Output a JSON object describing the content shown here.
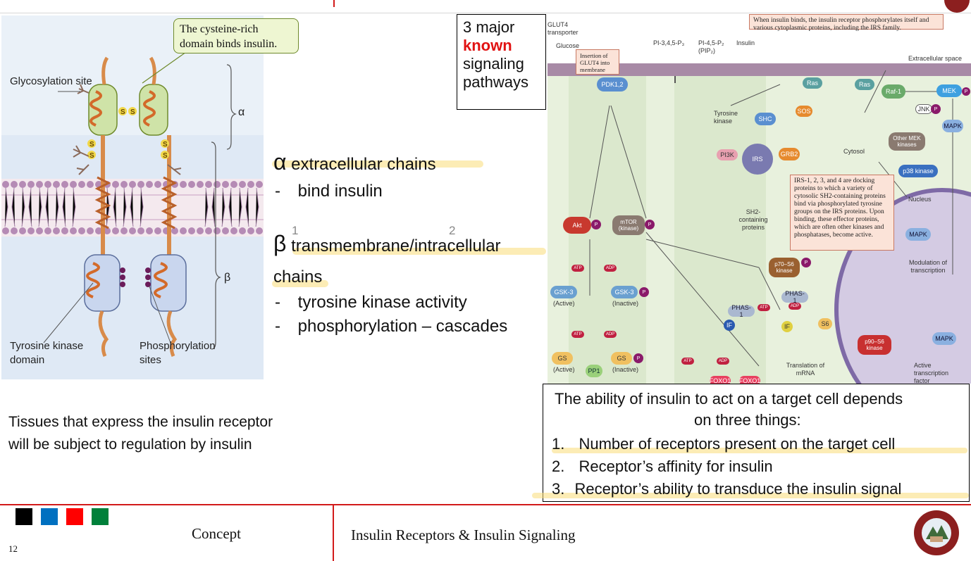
{
  "slide_number": "12",
  "footer": {
    "concept_label": "Concept",
    "title": "Insulin Receptors & Insulin Signaling",
    "color_squares": [
      "#000000",
      "#0070c0",
      "#ff0000",
      "#00803a"
    ]
  },
  "receptor_figure": {
    "callout": "The cysteine-rich domain binds insulin.",
    "glycosylation_label": "Glycosylation site",
    "alpha_label": "α",
    "beta_label": "β",
    "tyrosine_kinase_label": "Tyrosine kinase domain",
    "phosphorylation_label": "Phosphorylation sites",
    "s_label": "S"
  },
  "chains": {
    "alpha_symbol": "α",
    "alpha_heading": "extracellular chains",
    "alpha_items": [
      "bind insulin"
    ],
    "beta_symbol": "β",
    "beta_heading_line1": "transmembrane/intracellular",
    "beta_heading_line2": "chains",
    "beta_items": [
      "tyrosine kinase activity",
      "phosphorylation – cascades"
    ],
    "dash": "-",
    "annotation_1": "1",
    "annotation_2": "2"
  },
  "pathways_box": {
    "line1": "3 major",
    "line2": "known",
    "line3": "signaling",
    "line4": "pathways"
  },
  "signaling_figure": {
    "top_note": "When insulin binds, the insulin receptor phosphorylates itself and various cytoplasmic proteins, including the IRS family.",
    "extracellular": "Extracellular space",
    "cytosol": "Cytosol",
    "nucleus": "Nucleus",
    "glut4": "GLUT4 transporter",
    "glucose": "Glucose",
    "insertion": "Insertion of GLUT4 into membrane",
    "pip3": "PI-3,4,5-P₃",
    "pip2": "PI-4,5-P₂ (PIP₂)",
    "insulin": "Insulin",
    "tyrosine_kinase": "Tyrosine kinase",
    "sh2": "SH2-containing proteins",
    "irs_note": "IRS-1, 2, 3, and 4 are docking proteins to which a variety of cytosolic SH2-containing proteins bind via phosphorylated tyrosine groups on the IRS proteins. Upon binding, these effector proteins, which are often other kinases and phosphatases, become active.",
    "modulation": "Modulation of transcription",
    "translation": "Translation of mRNA",
    "active_tf": "Active transcription factor",
    "nodes": {
      "pdk": "PDK1,2",
      "akt": "Akt",
      "mtor": "mTOR (kinase)",
      "shc": "SHC",
      "grb2": "GRB2",
      "sos": "SOS",
      "ras": "Ras",
      "raf": "Raf-1",
      "mek": "MEK",
      "jnk": "JNK",
      "other_mek": "Other MEK kinases",
      "p38": "p38 kinase",
      "mapk": "MAPK",
      "pi3k": "PI3K",
      "irs": "IRS",
      "p70": "p70–S6 kinase",
      "gsk_active": "GSK-3",
      "gsk_inactive": "GSK-3",
      "gs_active": "GS",
      "gs_inactive": "GS",
      "pp1": "PP1",
      "phas1": "PHAS-1",
      "phas1b": "PHAS-1",
      "if": "IF",
      "s6": "S6",
      "p90": "p90–S6 kinase",
      "foxo1": "FOXO1",
      "atp": "ATP",
      "adp": "ADP",
      "p": "P",
      "active": "(Active)",
      "inactive": "(Inactive)"
    }
  },
  "ability_box": {
    "heading_line1": "The ability of insulin to act on a target cell depends",
    "heading_line2": "on three things:",
    "items": [
      {
        "num": "1.",
        "text": "Number of receptors present on the target cell"
      },
      {
        "num": "2.",
        "text": "Receptor’s affinity for insulin"
      },
      {
        "num": "3.",
        "text": "Receptor’s ability to transduce the insulin signal"
      }
    ]
  },
  "tissues": {
    "line1": "Tissues that express the insulin receptor",
    "line2": "will be subject to regulation by insulin"
  }
}
